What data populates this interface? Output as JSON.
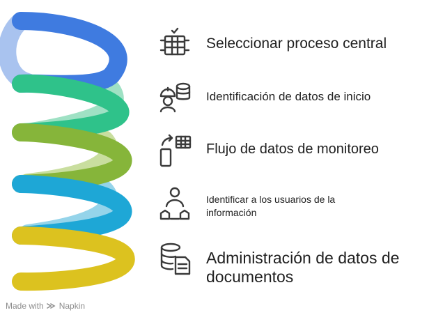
{
  "items": [
    {
      "label": "Seleccionar proceso central",
      "icon": "server-rack-icon",
      "color": "#3f7be0"
    },
    {
      "label": "Identificación de datos de inicio",
      "icon": "worker-database-icon",
      "color": "#2fc28a"
    },
    {
      "label": "Flujo de datos de monitoreo",
      "icon": "mobile-data-flow-icon",
      "color": "#86b53a"
    },
    {
      "label": "Identificar a los usuarios de la información",
      "icon": "user-hierarchy-icon",
      "color": "#1ea7d6"
    },
    {
      "label": "Administración de datos de documentos",
      "icon": "database-document-icon",
      "color": "#dcc21f"
    }
  ],
  "watermark": {
    "made_with": "Made with",
    "brand": "Napkin"
  }
}
